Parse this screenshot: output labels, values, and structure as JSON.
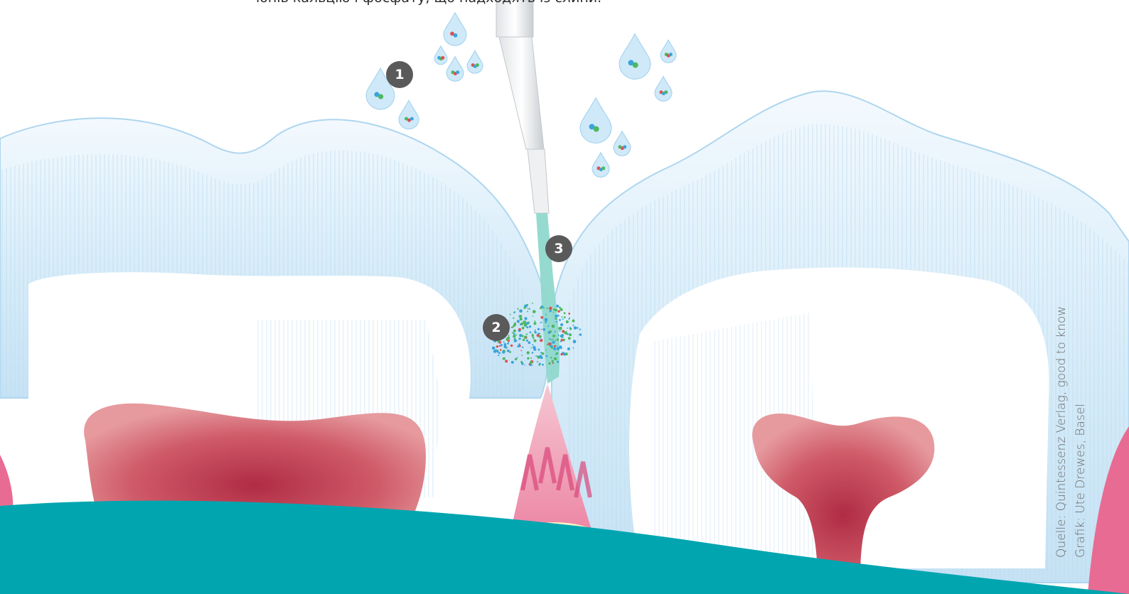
{
  "caption": "іонів кальцію і фосфату, що надходять із слини.",
  "markers": [
    "1",
    "2",
    "3"
  ],
  "credits": {
    "source": "Quelle: Quintessenz Verlag, good to know",
    "graphic": "Grafik: Ute Drewes, Basel"
  },
  "colors": {
    "enamel": "#d8ecf8",
    "dentin": "#ffffff",
    "pulp": "#c9505e",
    "gum": "#e8799a",
    "bone": "#f6f0c6",
    "band": "#00a5b0",
    "sealant": "#8fd8cc",
    "marker": "#5a5a5a"
  }
}
